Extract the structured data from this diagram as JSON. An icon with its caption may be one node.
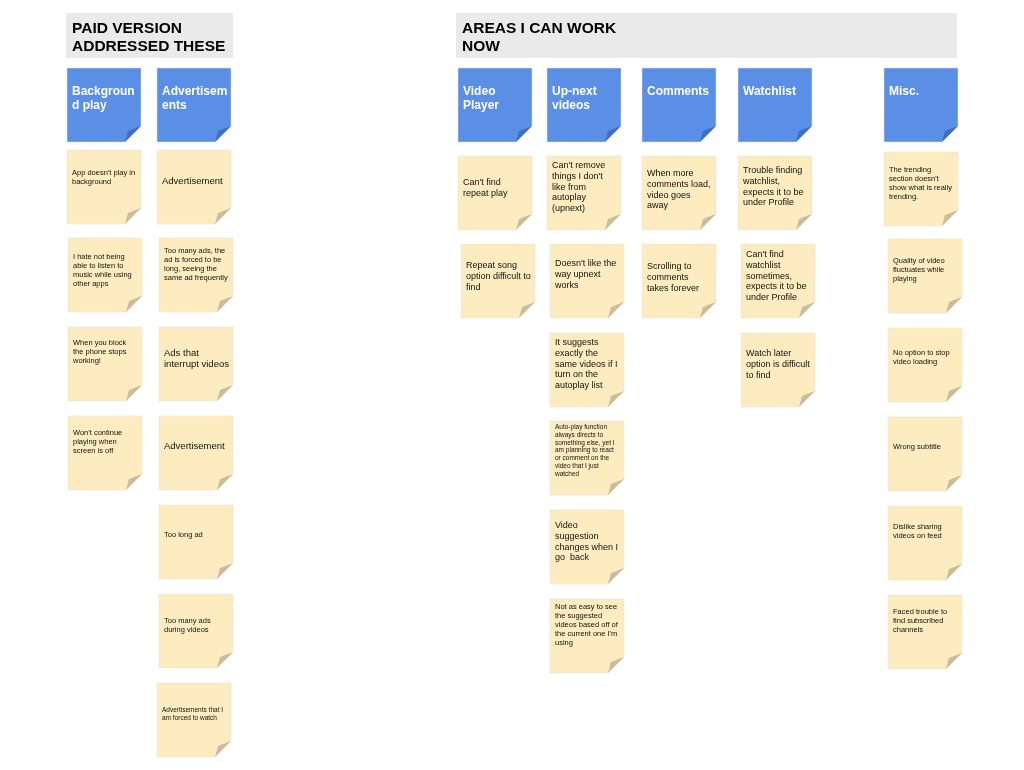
{
  "diagram": {
    "nodes": [
      {
        "text": [
          "PAID VERSION ADDRESSED THESE"
        ]
      },
      {
        "text": [
          "AREAS I CAN WORK NOW"
        ]
      },
      {
        "text": [
          "Background play"
        ]
      },
      {
        "text": [
          "App doesn't play in background"
        ]
      },
      {
        "text": [
          "I hate not being able to listen to music while using other apps"
        ]
      },
      {
        "text": [
          "When you block the phone stops working!"
        ]
      },
      {
        "text": [
          "Won't continue playing when screen is off"
        ]
      },
      {
        "text": [
          "Advertisements"
        ]
      },
      {
        "text": [
          "Advertisement"
        ]
      },
      {
        "text": [
          "Too many ads, the ad is forced to be long, seeing the same ad frequently"
        ]
      },
      {
        "text": [
          "Ads that interrupt videos"
        ]
      },
      {
        "text": [
          "Advertisement"
        ]
      },
      {
        "text": [
          "Too long ad"
        ]
      },
      {
        "text": [
          "Too many ads during videos"
        ]
      },
      {
        "text": [
          "Advertisements that I am forced to watch"
        ]
      },
      {
        "text": [
          "Video Player"
        ]
      },
      {
        "text": [
          "Can't find repeat play"
        ]
      },
      {
        "text": [
          "Repeat song option difficult to find"
        ]
      },
      {
        "text": [
          "Up-next videos"
        ]
      },
      {
        "text": [
          "Can't remove things I don't like from autoplay (upnext)"
        ]
      },
      {
        "text": [
          "Doesn't like the way upnext works"
        ]
      },
      {
        "text": [
          "It suggests exactly the same videos if I turn on the autoplay list"
        ]
      },
      {
        "text": [
          "Auto-play function always directs to something else, yet I am planning to react or comment on the video that I just watched"
        ]
      },
      {
        "text": [
          "Video suggestion changes when I go  back"
        ]
      },
      {
        "text": [
          "Not as easy to see the suggested videos based off of the current one I'm using"
        ]
      },
      {
        "text": [
          "Comments"
        ]
      },
      {
        "text": [
          "When more comments load, video goes away"
        ]
      },
      {
        "text": [
          "Scrolling to comments takes forever"
        ]
      },
      {
        "text": [
          "Watchlist"
        ]
      },
      {
        "text": [
          "Trouble finding watchlist, expects it to be under Profile"
        ]
      },
      {
        "text": [
          "Can't find watchlist sometimes, expects it to be under Profile"
        ]
      },
      {
        "text": [
          "Watch later option is difficult to find"
        ]
      },
      {
        "text": [
          "Misc."
        ]
      },
      {
        "text": [
          "The trending section doesn't show what is really trending."
        ]
      },
      {
        "text": [
          "Quality of video fluctuates while playing"
        ]
      },
      {
        "text": [
          "No option to stop video loading"
        ]
      },
      {
        "text": [
          "Wrong subtitle"
        ]
      },
      {
        "text": [
          "Dislike sharing videos on feed"
        ]
      },
      {
        "text": [
          "Faced trouble to find subscribed channels"
        ]
      }
    ]
  }
}
